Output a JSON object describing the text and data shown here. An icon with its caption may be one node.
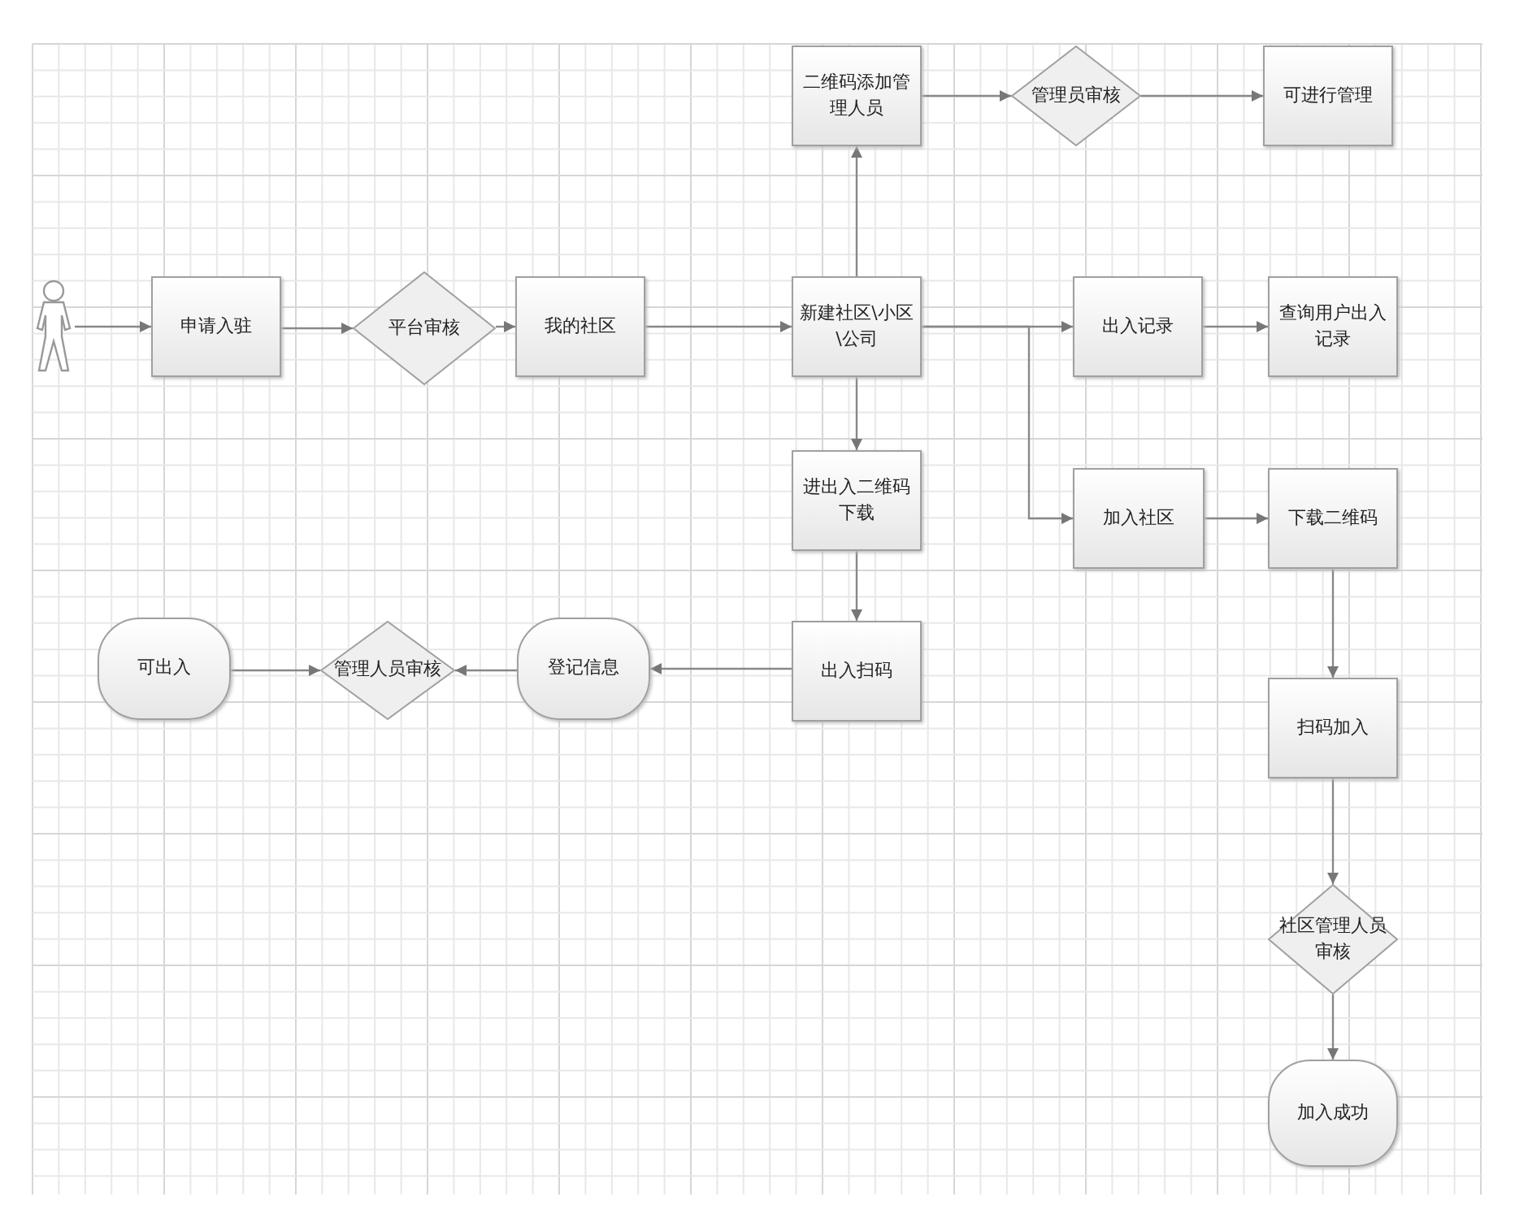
{
  "diagram": {
    "nodes": [
      {
        "text": [],
        "shape": "person"
      },
      {
        "text": [
          "申请入驻"
        ]
      },
      {
        "text": [
          "平台审核"
        ]
      },
      {
        "text": [
          "我的社区"
        ]
      },
      {
        "text": [
          "新建社区\\小区\\公司"
        ]
      },
      {
        "text": [
          "二维码添加管理人员"
        ]
      },
      {
        "text": [
          "管理员审核"
        ]
      },
      {
        "text": [
          "可进行管理"
        ]
      },
      {
        "text": [
          "出入记录"
        ]
      },
      {
        "text": [
          "查询用户出入记录"
        ]
      },
      {
        "text": [
          "进出入二维码下载"
        ]
      },
      {
        "text": [
          "加入社区"
        ]
      },
      {
        "text": [
          "下载二维码"
        ]
      },
      {
        "text": [
          "出入扫码"
        ]
      },
      {
        "text": [
          "登记信息"
        ]
      },
      {
        "text": [
          "管理人员审核"
        ]
      },
      {
        "text": [
          "可出入"
        ]
      },
      {
        "text": [
          "扫码加入"
        ]
      },
      {
        "text": [
          "社区管理人员审核"
        ]
      },
      {
        "text": [
          "加入成功"
        ]
      }
    ],
    "edges": [
      {
        "from": 0,
        "to": 1,
        "arrow": "to"
      },
      {
        "from": 1,
        "to": 2,
        "arrow": "to"
      },
      {
        "from": 2,
        "to": 3,
        "arrow": "to"
      },
      {
        "from": 3,
        "to": 4,
        "arrow": "to"
      },
      {
        "from": 4,
        "to": 5,
        "arrow": "to"
      },
      {
        "from": 5,
        "to": 6,
        "arrow": "to"
      },
      {
        "from": 6,
        "to": 7,
        "arrow": "to"
      },
      {
        "from": 4,
        "to": 8,
        "arrow": "to"
      },
      {
        "from": 4,
        "to": 11,
        "arrow": "to"
      },
      {
        "from": 8,
        "to": 9,
        "arrow": "to"
      },
      {
        "from": 4,
        "to": 10,
        "arrow": "to"
      },
      {
        "from": 10,
        "to": 13,
        "arrow": "to"
      },
      {
        "from": 13,
        "to": 14,
        "arrow": "to"
      },
      {
        "from": 14,
        "to": 15,
        "arrow": "to"
      },
      {
        "from": 16,
        "to": 15,
        "arrow": "to"
      },
      {
        "from": 11,
        "to": 12,
        "arrow": "to"
      },
      {
        "from": 12,
        "to": 17,
        "arrow": "to"
      },
      {
        "from": 17,
        "to": 18,
        "arrow": "to"
      },
      {
        "from": 18,
        "to": 19,
        "arrow": "to"
      }
    ]
  }
}
